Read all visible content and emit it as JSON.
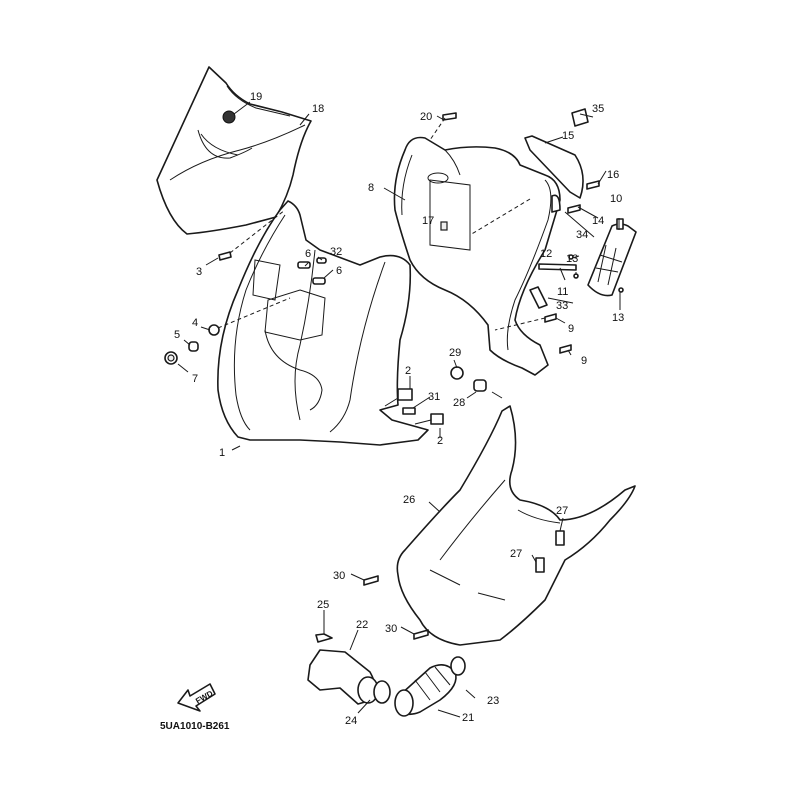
{
  "diagram": {
    "title": "Leg Shield / Front Cover Parts Diagram",
    "drawing_code": "5UA1010-B261",
    "direction_indicator": "FWD",
    "callouts": [
      {
        "id": "c1",
        "label": "1",
        "part": "leg-shield"
      },
      {
        "id": "c2a",
        "label": "2",
        "part": "nut-clip"
      },
      {
        "id": "c2b",
        "label": "2",
        "part": "nut-clip"
      },
      {
        "id": "c3",
        "label": "3",
        "part": "screw"
      },
      {
        "id": "c4",
        "label": "4",
        "part": "grommet"
      },
      {
        "id": "c5",
        "label": "5",
        "part": "collar"
      },
      {
        "id": "c6a",
        "label": "6",
        "part": "damper"
      },
      {
        "id": "c6b",
        "label": "6",
        "part": "damper"
      },
      {
        "id": "c7",
        "label": "7",
        "part": "nut"
      },
      {
        "id": "c8",
        "label": "8",
        "part": "inner-panel"
      },
      {
        "id": "c9a",
        "label": "9",
        "part": "screw"
      },
      {
        "id": "c9b",
        "label": "9",
        "part": "screw"
      },
      {
        "id": "c10",
        "label": "10",
        "part": "hook-cover"
      },
      {
        "id": "c11",
        "label": "11",
        "part": "shaft"
      },
      {
        "id": "c12",
        "label": "12",
        "part": "pin"
      },
      {
        "id": "c13a",
        "label": "13",
        "part": "washer"
      },
      {
        "id": "c13b",
        "label": "13",
        "part": "washer"
      },
      {
        "id": "c14",
        "label": "14",
        "part": "screw"
      },
      {
        "id": "c15",
        "label": "15",
        "part": "lid"
      },
      {
        "id": "c16",
        "label": "16",
        "part": "screw"
      },
      {
        "id": "c17",
        "label": "17",
        "part": "clip"
      },
      {
        "id": "c18",
        "label": "18",
        "part": "front-cover"
      },
      {
        "id": "c19",
        "label": "19",
        "part": "emblem"
      },
      {
        "id": "c20",
        "label": "20",
        "part": "screw"
      },
      {
        "id": "c21",
        "label": "21",
        "part": "air-duct-hose"
      },
      {
        "id": "c22",
        "label": "22",
        "part": "air-duct"
      },
      {
        "id": "c23",
        "label": "23",
        "part": "hose-clamp"
      },
      {
        "id": "c24",
        "label": "24",
        "part": "hose-clamp"
      },
      {
        "id": "c25",
        "label": "25",
        "part": "bolt"
      },
      {
        "id": "c26",
        "label": "26",
        "part": "footrest-board"
      },
      {
        "id": "c27a",
        "label": "27",
        "part": "damper"
      },
      {
        "id": "c27b",
        "label": "27",
        "part": "damper"
      },
      {
        "id": "c28",
        "label": "28",
        "part": "collar"
      },
      {
        "id": "c29",
        "label": "29",
        "part": "grommet"
      },
      {
        "id": "c30a",
        "label": "30",
        "part": "screw"
      },
      {
        "id": "c30b",
        "label": "30",
        "part": "screw"
      },
      {
        "id": "c31",
        "label": "31",
        "part": "damper"
      },
      {
        "id": "c32",
        "label": "32",
        "part": "damper"
      },
      {
        "id": "c33",
        "label": "33",
        "part": "damper"
      },
      {
        "id": "c34",
        "label": "34",
        "part": "bracket"
      },
      {
        "id": "c35",
        "label": "35",
        "part": "label"
      }
    ]
  }
}
